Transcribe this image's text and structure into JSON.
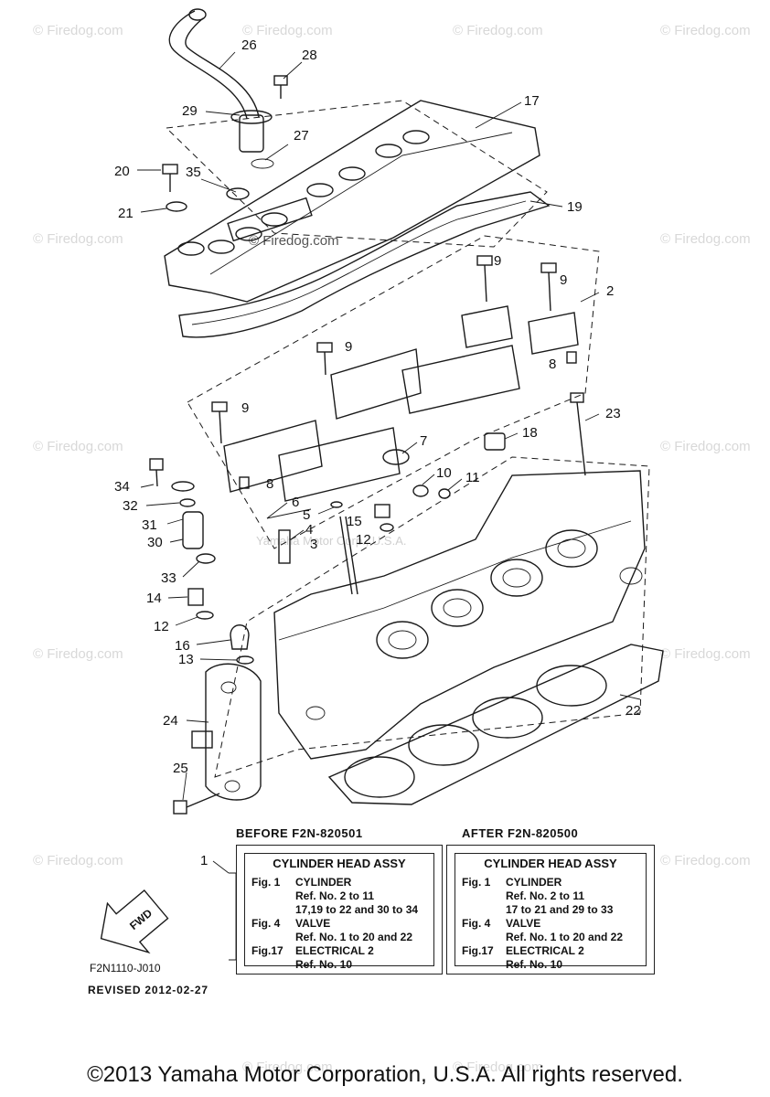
{
  "watermark": "© Firedog.com",
  "center_watermark": "© Firedog.com",
  "faint_watermark": "Yamaha Motor Corp., U.S.A.",
  "callouts": {
    "c26": "26",
    "c28": "28",
    "c17": "17",
    "c29": "29",
    "c27": "27",
    "c20": "20",
    "c35": "35",
    "c21": "21",
    "c19": "19",
    "c2": "2",
    "c9a": "9",
    "c9b": "9",
    "c9c": "9",
    "c9d": "9",
    "c8a": "8",
    "c8b": "8",
    "c23": "23",
    "c18": "18",
    "c7": "7",
    "c10": "10",
    "c11": "11",
    "c34": "34",
    "c32": "32",
    "c6": "6",
    "c5": "5",
    "c4": "4",
    "c3": "3",
    "c15": "15",
    "c12a": "12",
    "c12b": "12",
    "c31": "31",
    "c30": "30",
    "c33": "33",
    "c14": "14",
    "c16": "16",
    "c13": "13",
    "c24": "24",
    "c22": "22",
    "c25": "25",
    "c1": "1"
  },
  "before_label": "BEFORE F2N-820501",
  "after_label": "AFTER F2N-820500",
  "box_before": {
    "heading": "CYLINDER HEAD ASSY",
    "lines": [
      {
        "key": "Fig.  1",
        "text": "CYLINDER"
      },
      {
        "key": "",
        "text": "Ref. No. 2 to 11"
      },
      {
        "key": "",
        "text": "17,19 to 22 and 30 to 34"
      },
      {
        "key": "Fig.  4",
        "text": "VALVE"
      },
      {
        "key": "",
        "text": "Ref. No. 1 to 20 and 22"
      },
      {
        "key": "Fig.17",
        "text": "ELECTRICAL 2"
      },
      {
        "key": "",
        "text": "Ref. No. 10"
      }
    ]
  },
  "box_after": {
    "heading": "CYLINDER HEAD ASSY",
    "lines": [
      {
        "key": "Fig.  1",
        "text": "CYLINDER"
      },
      {
        "key": "",
        "text": "Ref. No. 2 to 11"
      },
      {
        "key": "",
        "text": "17 to 21 and 29 to 33"
      },
      {
        "key": "Fig.  4",
        "text": "VALVE"
      },
      {
        "key": "",
        "text": "Ref. No. 1 to 20 and 22"
      },
      {
        "key": "Fig.17",
        "text": "ELECTRICAL 2"
      },
      {
        "key": "",
        "text": "Ref. No. 10"
      }
    ]
  },
  "fwd_label": "FWD",
  "drawing_code": "F2N1110-J010",
  "revised": "REVISED 2012-02-27",
  "copyright": "©2013 Yamaha Motor Corporation, U.S.A. All rights reserved."
}
